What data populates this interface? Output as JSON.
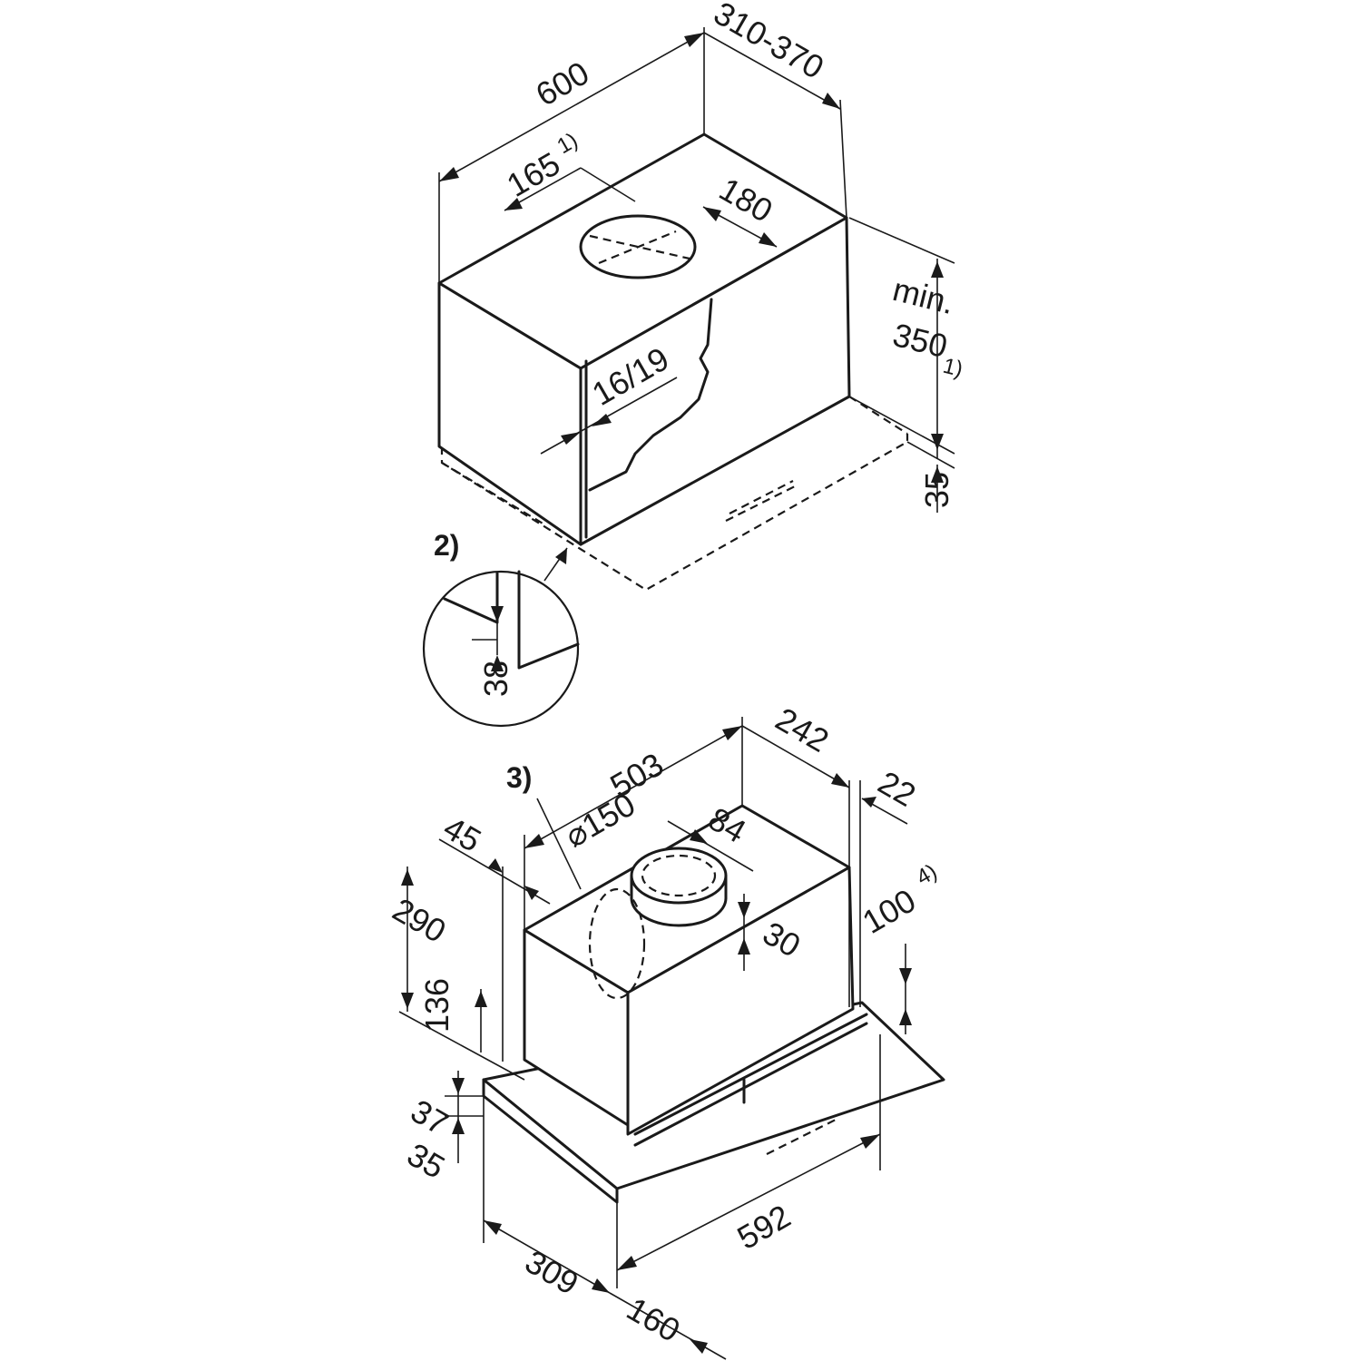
{
  "figure1": {
    "width": "600",
    "depth": "310-370",
    "duct_offset": "165",
    "duct_offset_note": "1)",
    "duct_diameter": "180",
    "min_height_prefix": "min.",
    "min_height": "350",
    "min_height_note": "1)",
    "panel_thickness": "16/19",
    "bottom_height": "35"
  },
  "figure2": {
    "label": "2)",
    "offset": "38"
  },
  "figure3": {
    "label": "3)",
    "width": "503",
    "depth": "242",
    "rear_gap": "22",
    "side_offset": "45",
    "duct_diameter": "⌀150",
    "duct_offset": "84",
    "total_height": "290",
    "body_height": "136",
    "duct_height": "30",
    "clearance": "100",
    "clearance_note": "4)",
    "front_height_1": "37",
    "front_height_2": "35",
    "front_width": "592",
    "front_depth": "309",
    "extension": "160"
  }
}
